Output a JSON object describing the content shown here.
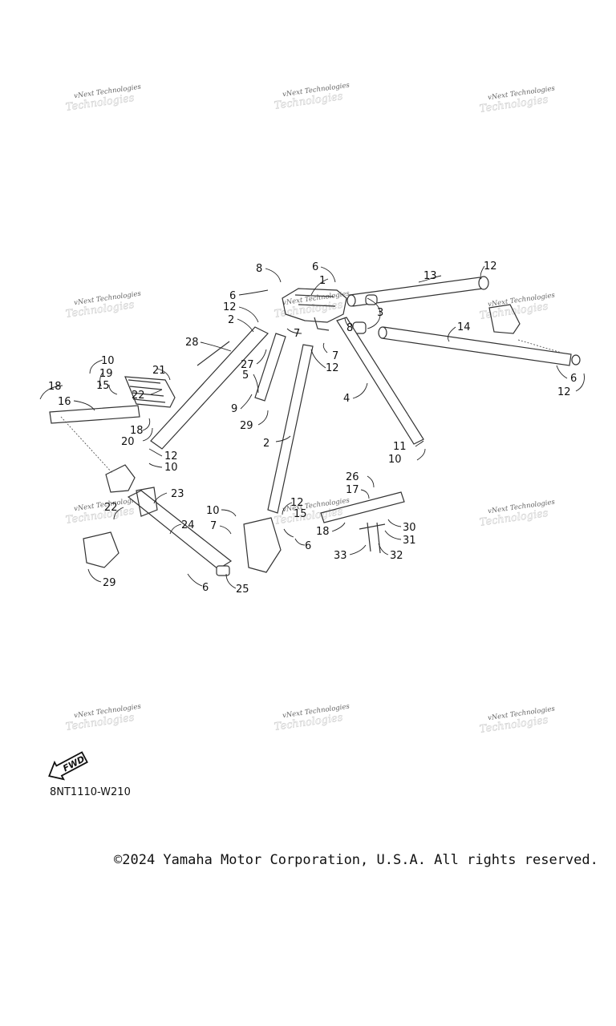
{
  "diagram": {
    "watermark_text": "vNext Technologies",
    "fwd_label": "FWD",
    "code": "8NT1110-W210",
    "copyright": "©2024 Yamaha Motor Corporation, U.S.A. All rights reserved.",
    "callouts": [
      {
        "n": "1"
      },
      {
        "n": "2"
      },
      {
        "n": "2"
      },
      {
        "n": "3"
      },
      {
        "n": "4"
      },
      {
        "n": "5"
      },
      {
        "n": "6"
      },
      {
        "n": "6"
      },
      {
        "n": "6"
      },
      {
        "n": "6"
      },
      {
        "n": "6"
      },
      {
        "n": "7"
      },
      {
        "n": "7"
      },
      {
        "n": "7"
      },
      {
        "n": "8"
      },
      {
        "n": "8"
      },
      {
        "n": "9"
      },
      {
        "n": "10"
      },
      {
        "n": "10"
      },
      {
        "n": "10"
      },
      {
        "n": "10"
      },
      {
        "n": "11"
      },
      {
        "n": "12"
      },
      {
        "n": "12"
      },
      {
        "n": "12"
      },
      {
        "n": "12"
      },
      {
        "n": "12"
      },
      {
        "n": "12"
      },
      {
        "n": "13"
      },
      {
        "n": "14"
      },
      {
        "n": "15"
      },
      {
        "n": "15"
      },
      {
        "n": "16"
      },
      {
        "n": "17"
      },
      {
        "n": "18"
      },
      {
        "n": "18"
      },
      {
        "n": "18"
      },
      {
        "n": "19"
      },
      {
        "n": "20"
      },
      {
        "n": "21"
      },
      {
        "n": "22"
      },
      {
        "n": "22"
      },
      {
        "n": "23"
      },
      {
        "n": "24"
      },
      {
        "n": "25"
      },
      {
        "n": "26"
      },
      {
        "n": "27"
      },
      {
        "n": "28"
      },
      {
        "n": "29"
      },
      {
        "n": "29"
      },
      {
        "n": "30"
      },
      {
        "n": "31"
      },
      {
        "n": "32"
      },
      {
        "n": "33"
      }
    ]
  }
}
